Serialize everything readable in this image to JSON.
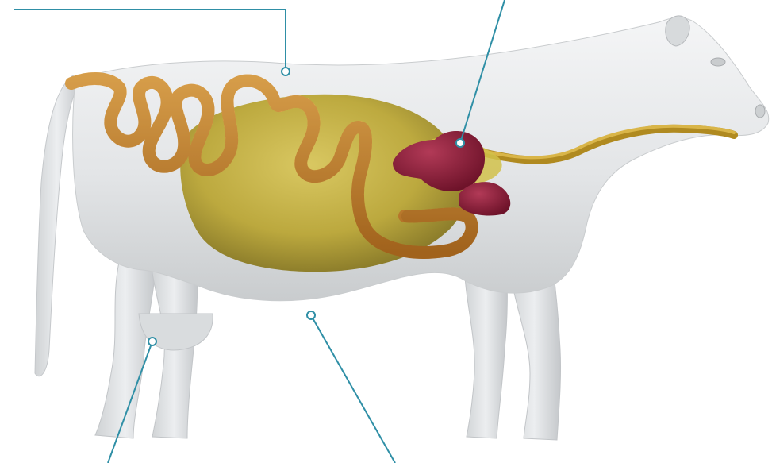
{
  "figure": {
    "subject": "cow-digestive-anatomy",
    "labels": [],
    "colors": {
      "background": "#ffffff",
      "body": "#e6e7e8",
      "body_shadow": "#b9bcbf",
      "rumen": "#c9b43a",
      "rumen_dark": "#8f7f1f",
      "intestine": "#d6922e",
      "intestine_dark": "#8a5619",
      "esophagus": "#b58f22",
      "abomasum": "#8e1f3a",
      "callout_line": "#2f8fa6"
    },
    "callouts": [
      {
        "id": "back",
        "target": "body-back"
      },
      {
        "id": "abomasum",
        "target": "abomasum"
      },
      {
        "id": "udder",
        "target": "udder"
      },
      {
        "id": "belly",
        "target": "belly"
      }
    ]
  }
}
